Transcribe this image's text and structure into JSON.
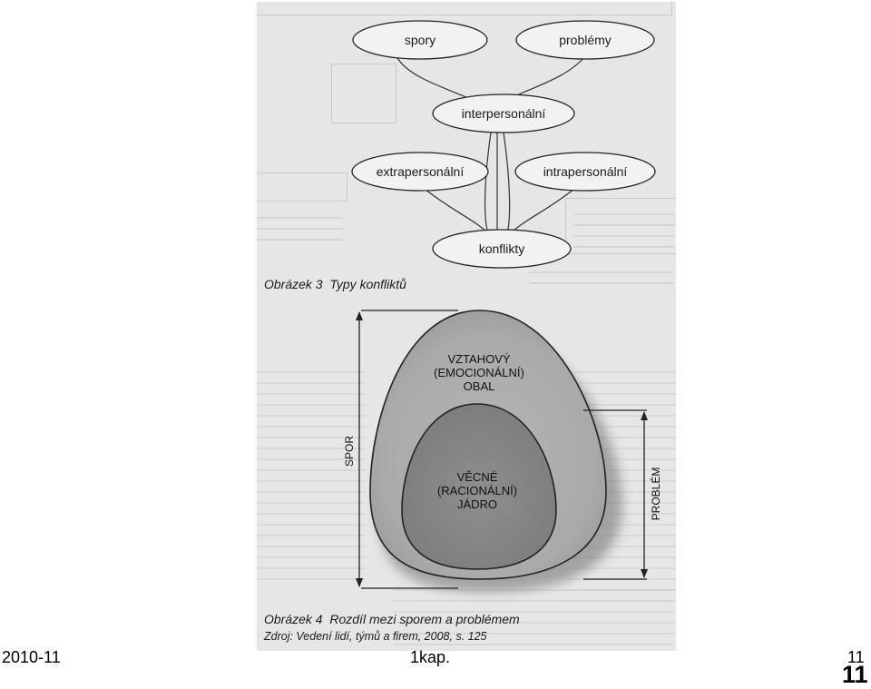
{
  "figure3": {
    "nodes": {
      "spory": "spory",
      "problemy": "problémy",
      "interpersonalni": "interpersonální",
      "extrapersonalni": "extrapersonální",
      "intrapersonalni": "intrapersonální",
      "konflikty": "konflikty"
    },
    "caption_number": "Obrázek 3",
    "caption_title": "Typy konfliktů"
  },
  "figure4": {
    "outer_lines": [
      "VZTAHOVÝ",
      "(EMOCIONÁLNÍ)",
      "OBAL"
    ],
    "inner_lines": [
      "VĚCNÉ",
      "(RACIONÁLNÍ)",
      "JÁDRO"
    ],
    "spor_label": "SPOR",
    "problem_label": "PROBLÉM",
    "caption_number": "Obrázek 4",
    "caption_title": "Rozdíl mezi sporem a problémem",
    "source": "Zdroj: Vedení lidí, týmů a firem, 2008, s. 125"
  },
  "footer": {
    "date": "2010-11",
    "chapter": "1kap.",
    "page_small": "11",
    "page_large": "11"
  }
}
